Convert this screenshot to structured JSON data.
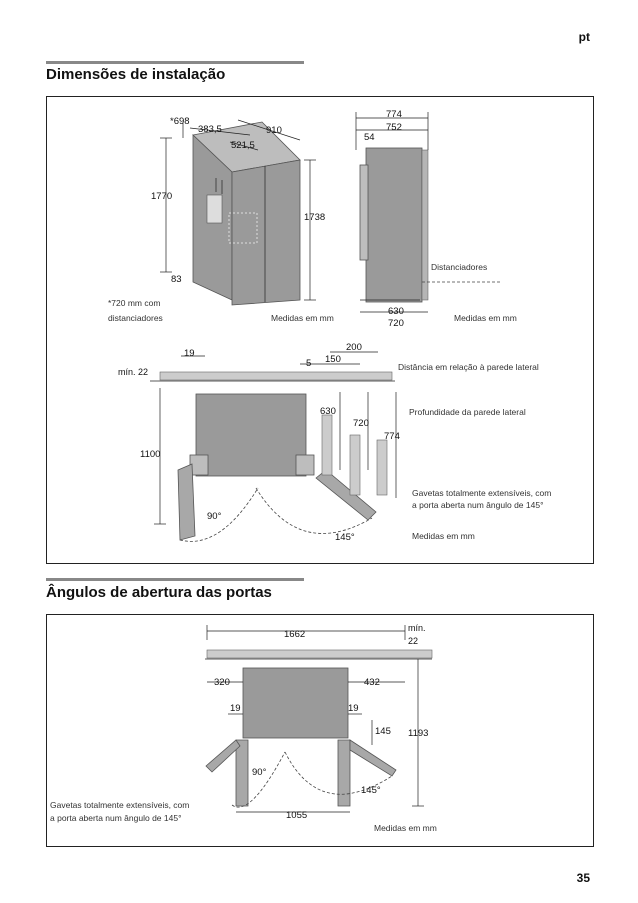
{
  "header": {
    "lang": "pt"
  },
  "section1": {
    "title": "Dimensões de instalação",
    "fig1": {
      "dims": {
        "d698": "*698",
        "d383": "383,5",
        "d910": "910",
        "d521": "521,5",
        "d1770": "1770",
        "d1738": "1738",
        "d83": "83"
      },
      "note_line1": "*720 mm com",
      "note_line2": "distanciadores",
      "units": "Medidas em mm"
    },
    "fig2": {
      "dims": {
        "d774": "774",
        "d752": "752",
        "d54": "54",
        "d630": "630",
        "d720": "720"
      },
      "spacers": "Distanciadores",
      "units": "Medidas em mm"
    },
    "fig3": {
      "dims": {
        "d19": "19",
        "min22": "mín. 22",
        "d5": "5",
        "d150": "150",
        "d200": "200",
        "d630": "630",
        "d720": "720",
        "d774": "774",
        "d1100": "1100",
        "a90": "90°",
        "a145": "145°"
      },
      "side_wall_distance": "Distância em relação à parede lateral",
      "side_wall_depth": "Profundidade da parede lateral",
      "drawers_line1": "Gavetas totalmente extensíveis, com",
      "drawers_line2": "a porta aberta num ângulo de 145°",
      "units": "Medidas em mm"
    }
  },
  "section2": {
    "title": "Ângulos de abertura das portas",
    "fig4": {
      "dims": {
        "d1662": "1662",
        "min_line1": "mín.",
        "min_line2": "22",
        "d320": "320",
        "d432": "432",
        "d19a": "19",
        "d19b": "19",
        "d145": "145",
        "d1193": "1193",
        "a90": "90°",
        "a145": "145°",
        "d1055": "1055"
      },
      "drawers_line1": "Gavetas totalmente extensíveis, com",
      "drawers_line2": "a porta aberta num ângulo de 145°",
      "units": "Medidas em mm"
    }
  },
  "footer": {
    "page_number": "35"
  }
}
